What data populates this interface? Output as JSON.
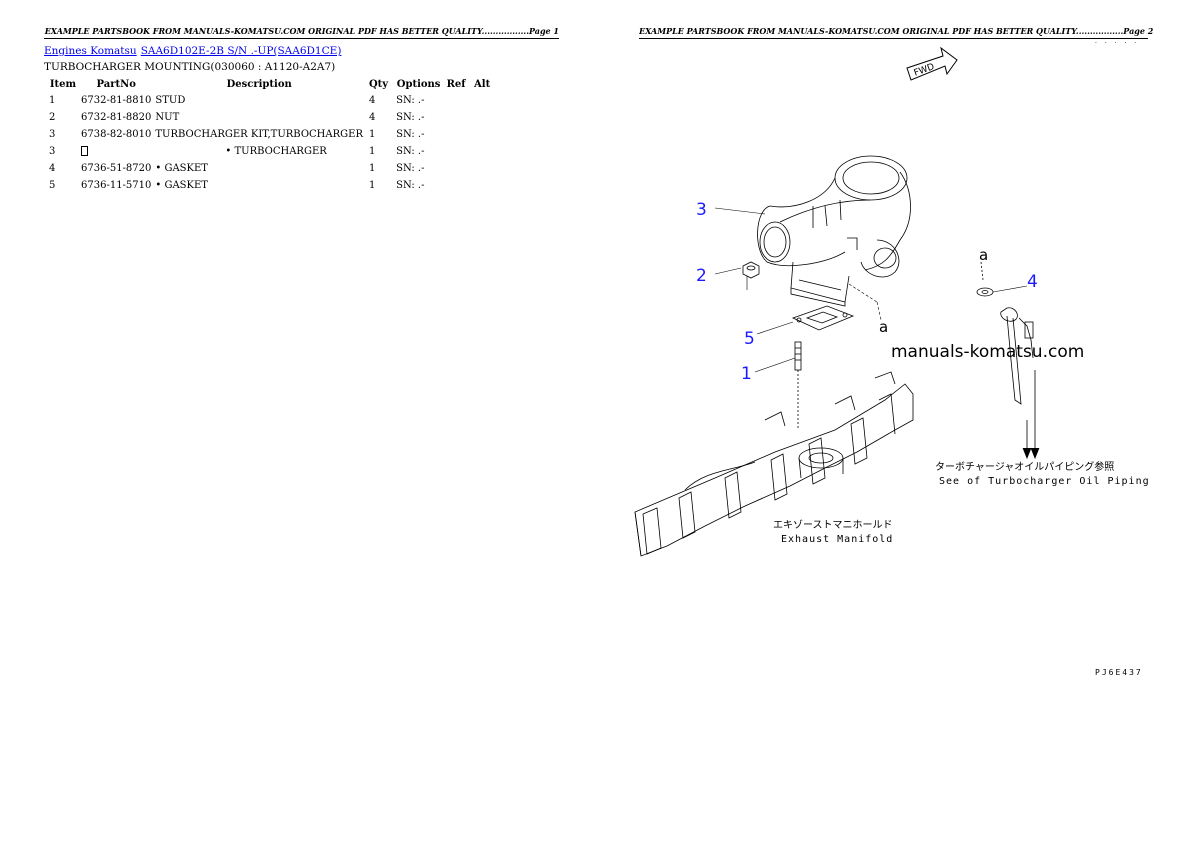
{
  "page1": {
    "banner": "EXAMPLE PARTSBOOK FROM MANUALS-KOMATSU.COM ORIGINAL PDF HAS BETTER QUALITY.................Page 1",
    "breadcrumb": {
      "link1": "Engines Komatsu",
      "link2": "SAA6D102E-2B S/N .-UP(SAA6D1CE)"
    },
    "subtitle": "TURBOCHARGER MOUNTING(030060 : A1120-A2A7)",
    "table": {
      "headers": {
        "item": "Item",
        "partno": "PartNo",
        "description": "Description",
        "qty": "Qty",
        "options": "Options",
        "ref": "Ref",
        "alt": "Alt"
      },
      "rows": [
        {
          "item": "1",
          "partno": "6732-81-8810",
          "description": "STUD",
          "qty": "4",
          "options": "SN: .-"
        },
        {
          "item": "2",
          "partno": "6732-81-8820",
          "description": "NUT",
          "qty": "4",
          "options": "SN: .-"
        },
        {
          "item": "3",
          "partno": "6738-82-8010",
          "description": "TURBOCHARGER KIT,TURBOCHARGER",
          "qty": "1",
          "options": "SN: .-"
        },
        {
          "item": "3",
          "partno": "",
          "description": "• TURBOCHARGER",
          "qty": "1",
          "options": "SN: .-"
        },
        {
          "item": "4",
          "partno": "6736-51-8720",
          "description": "• GASKET",
          "qty": "1",
          "options": "SN: .-"
        },
        {
          "item": "5",
          "partno": "6736-11-5710",
          "description": "• GASKET",
          "qty": "1",
          "options": "SN: .-"
        }
      ]
    }
  },
  "page2": {
    "banner": "EXAMPLE PARTSBOOK FROM MANUALS-KOMATSU.COM ORIGINAL PDF HAS BETTER QUALITY.................Page 2",
    "fwd_label": "FWD",
    "callouts": {
      "c3": "3",
      "c2": "2",
      "c5": "5",
      "c1": "1",
      "c4": "4",
      "a1": "a",
      "a2": "a"
    },
    "watermark": "manuals-komatsu.com",
    "oil_piping_jp": "ターボチャージャオイルパイピング参照",
    "oil_piping_en": "See of Turbocharger Oil Piping",
    "manifold_jp": "エキゾーストマニホールド",
    "manifold_en": "Exhaust Manifold",
    "page_code": "PJ6E437",
    "callout_color": "#1a1aff"
  }
}
